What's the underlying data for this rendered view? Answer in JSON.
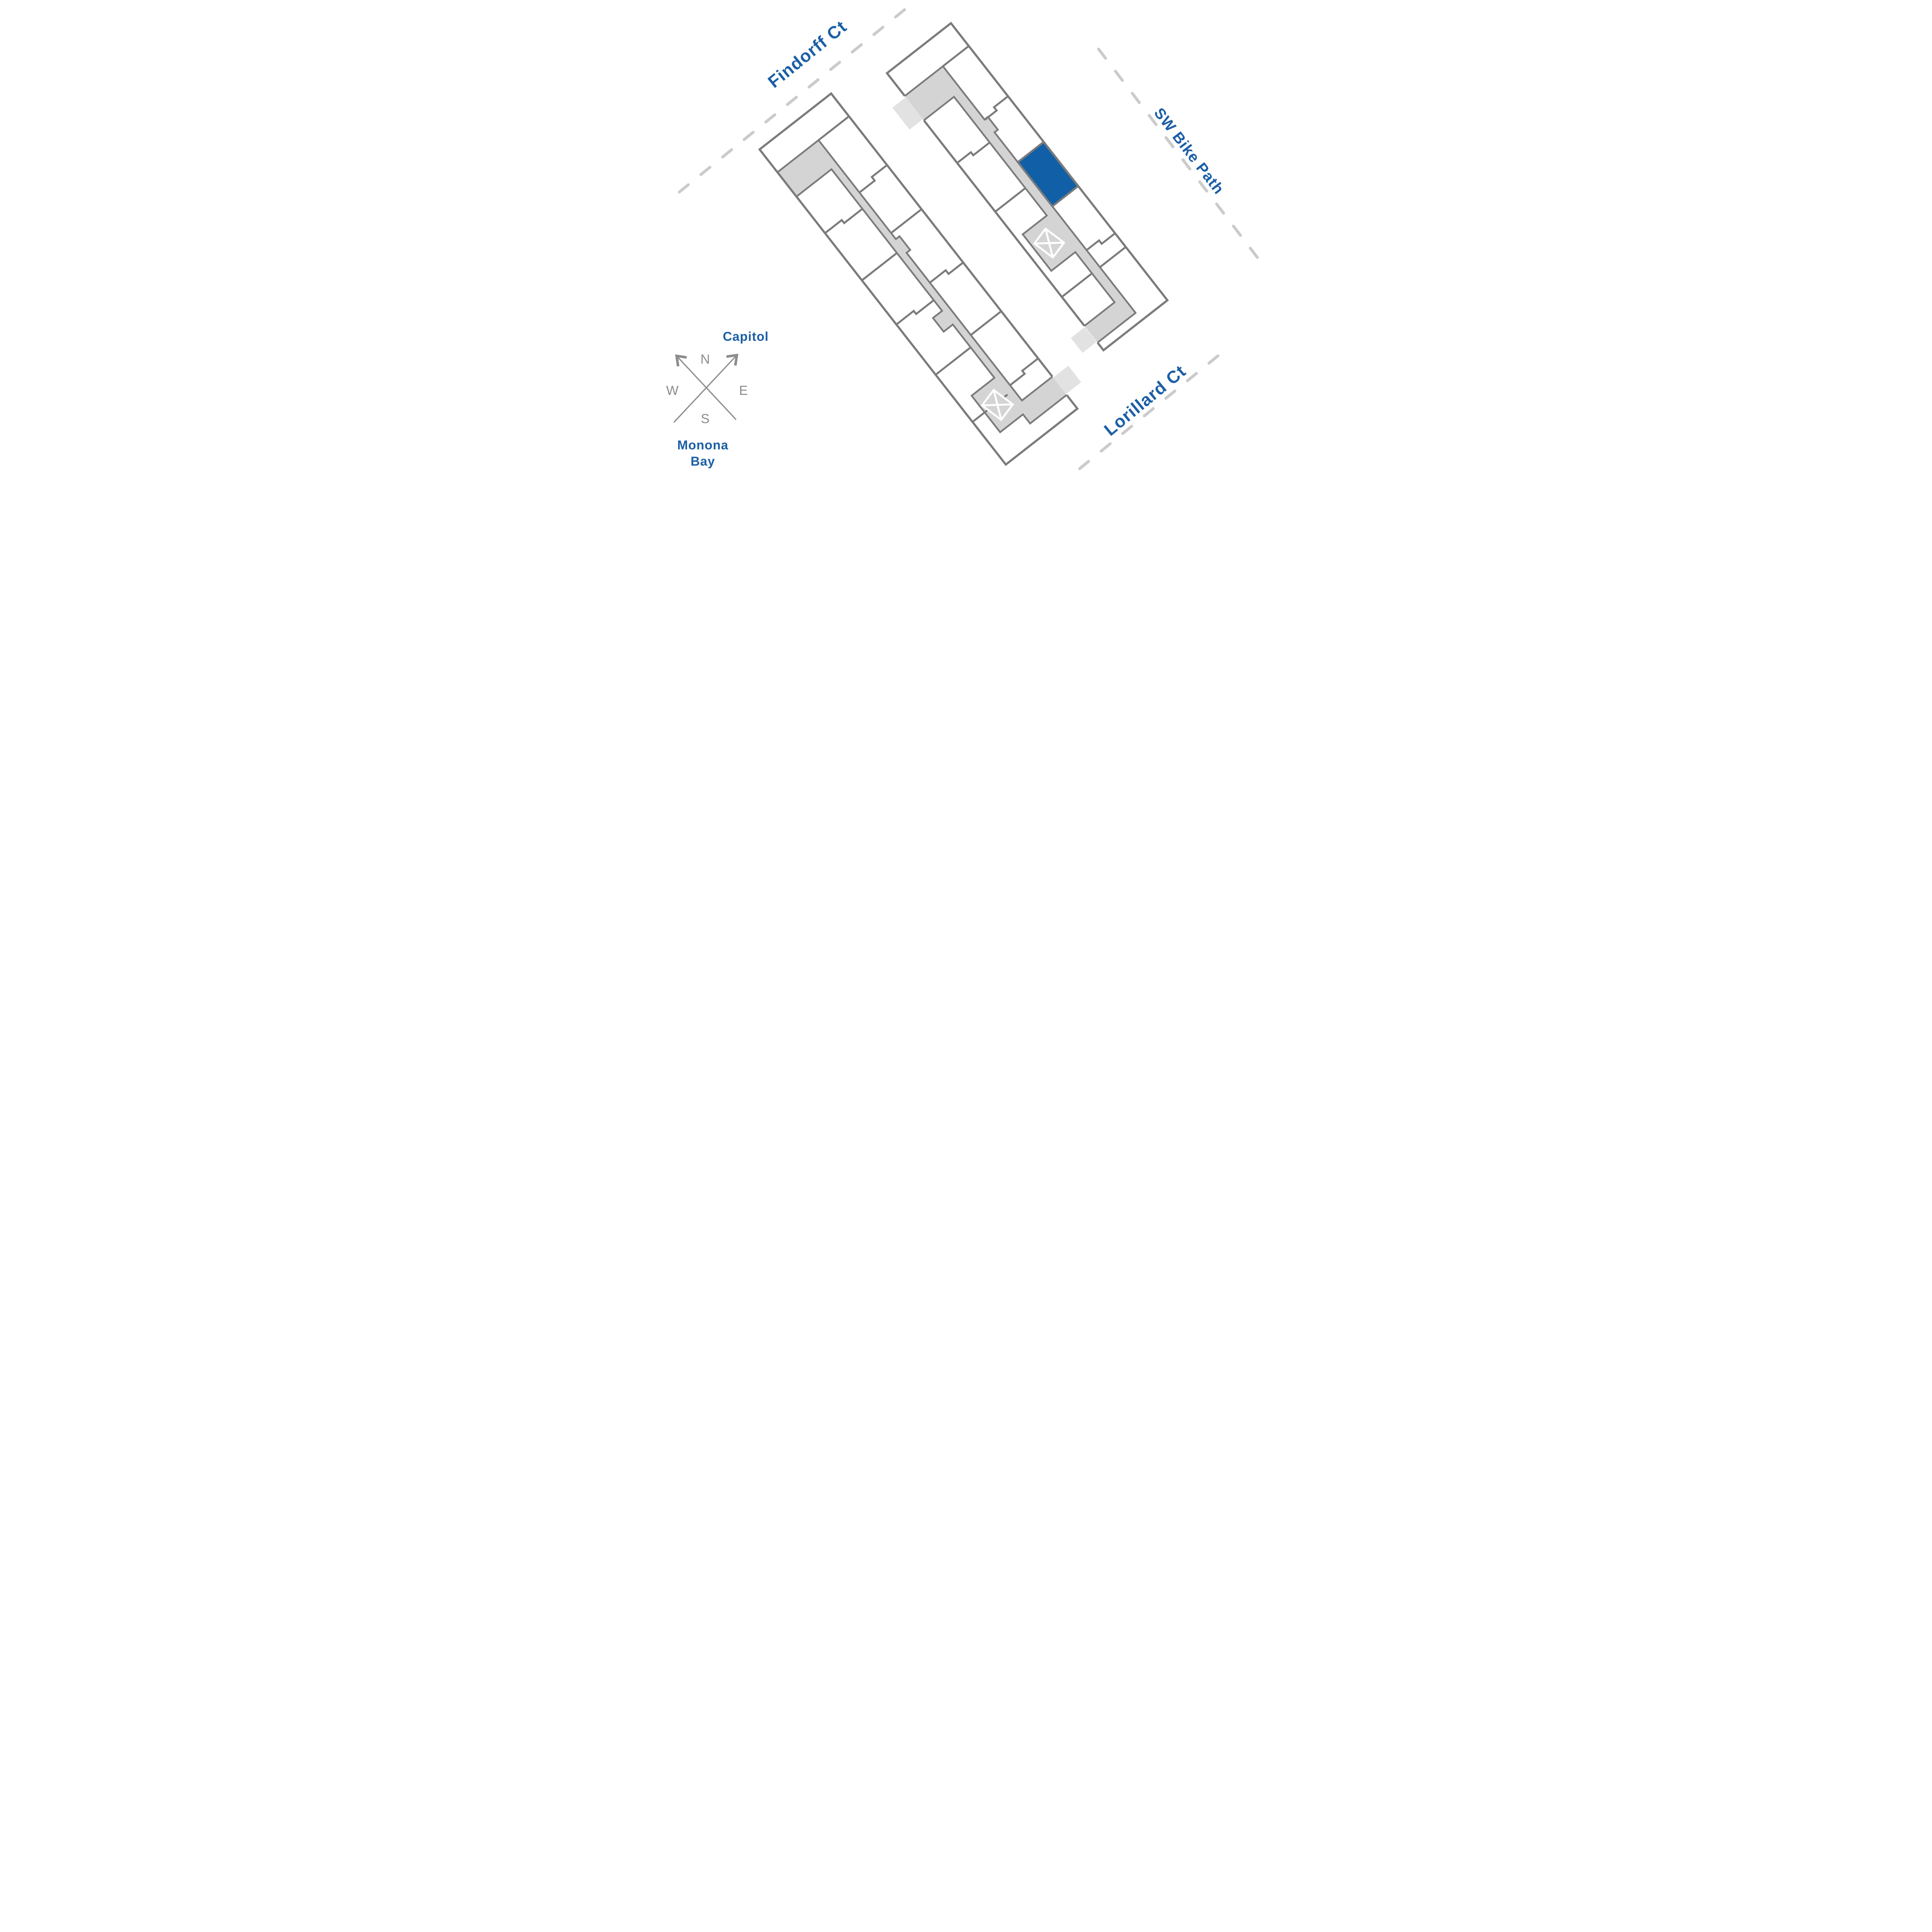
{
  "map": {
    "streets": [
      {
        "id": "findorff",
        "label": "Findorff Ct"
      },
      {
        "id": "sw_bike_path",
        "label": "SW Bike Path"
      },
      {
        "id": "lorillard",
        "label": "Lorillard Ct"
      }
    ],
    "landmarks": {
      "capitol": "Capitol",
      "monona_bay": [
        "Monona",
        "Bay"
      ]
    },
    "compass": {
      "north": "N",
      "east": "E",
      "south": "S",
      "west": "W"
    },
    "highlighted_unit": {
      "color": "#1160a7",
      "building": "northeast-building"
    },
    "elevator_symbol": "x-in-box",
    "elevator_count": 2
  },
  "colors": {
    "background": "#ffffff",
    "accent_text": "#1b5fa5",
    "unit_highlight": "#1160a7",
    "wall": "#7b7b7b",
    "corridor": "#d4d4d4",
    "walkway": "#e2e2e2",
    "street_dash": "#cbcbcb",
    "compass": "#8c8c8c"
  }
}
